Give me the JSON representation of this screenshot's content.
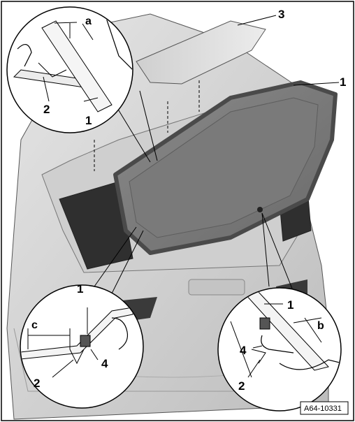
{
  "callouts": {
    "windshield_main": "1",
    "spoiler": "3",
    "detail_top_glass": "1",
    "detail_top_clip": "2",
    "detail_top_dim": "a",
    "detail_bl_glass": "1",
    "detail_bl_clip": "2",
    "detail_bl_spacer": "4",
    "detail_bl_dim": "c",
    "detail_br_glass": "1",
    "detail_br_clip": "2",
    "detail_br_spacer": "4",
    "detail_br_dim": "b"
  },
  "reference_code": "A64-10331",
  "colors": {
    "glass_edge": "#5a5a5a",
    "glass_tint": "#7d7d7d",
    "body_panel": "#d7d7d7",
    "shadow": "#3a3a3a"
  }
}
